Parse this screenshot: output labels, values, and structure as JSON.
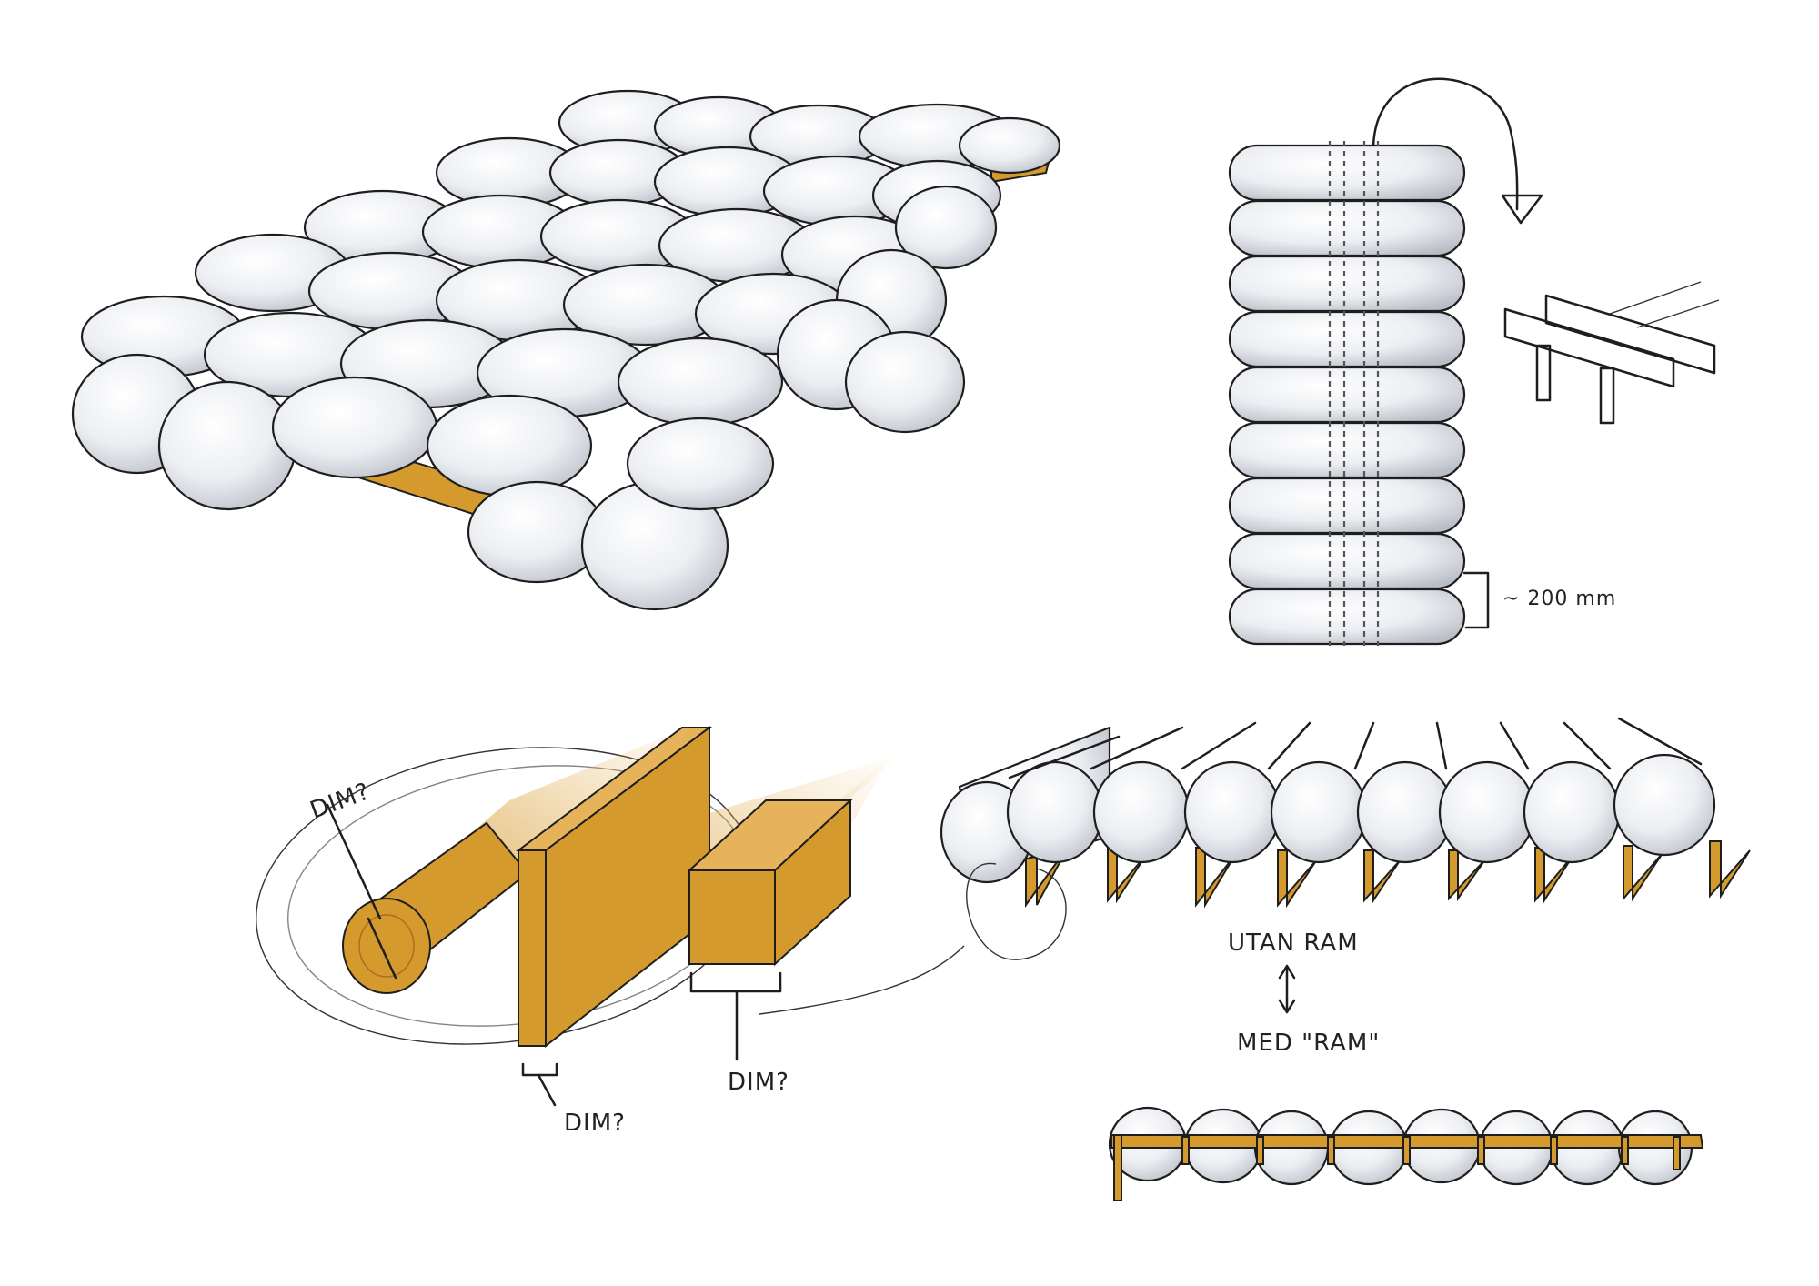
{
  "annotations": {
    "dimension_note": "~ 200 mm",
    "dim_round": "DIM?",
    "dim_board": "DIM?",
    "dim_block": "DIM?",
    "without_frame": "UTAN RAM",
    "with_frame": "MED \"RAM\""
  },
  "colors": {
    "wood": "#d49a2e",
    "pillow_shadow": "#c9ccd3",
    "ink": "#1e1e1e"
  }
}
